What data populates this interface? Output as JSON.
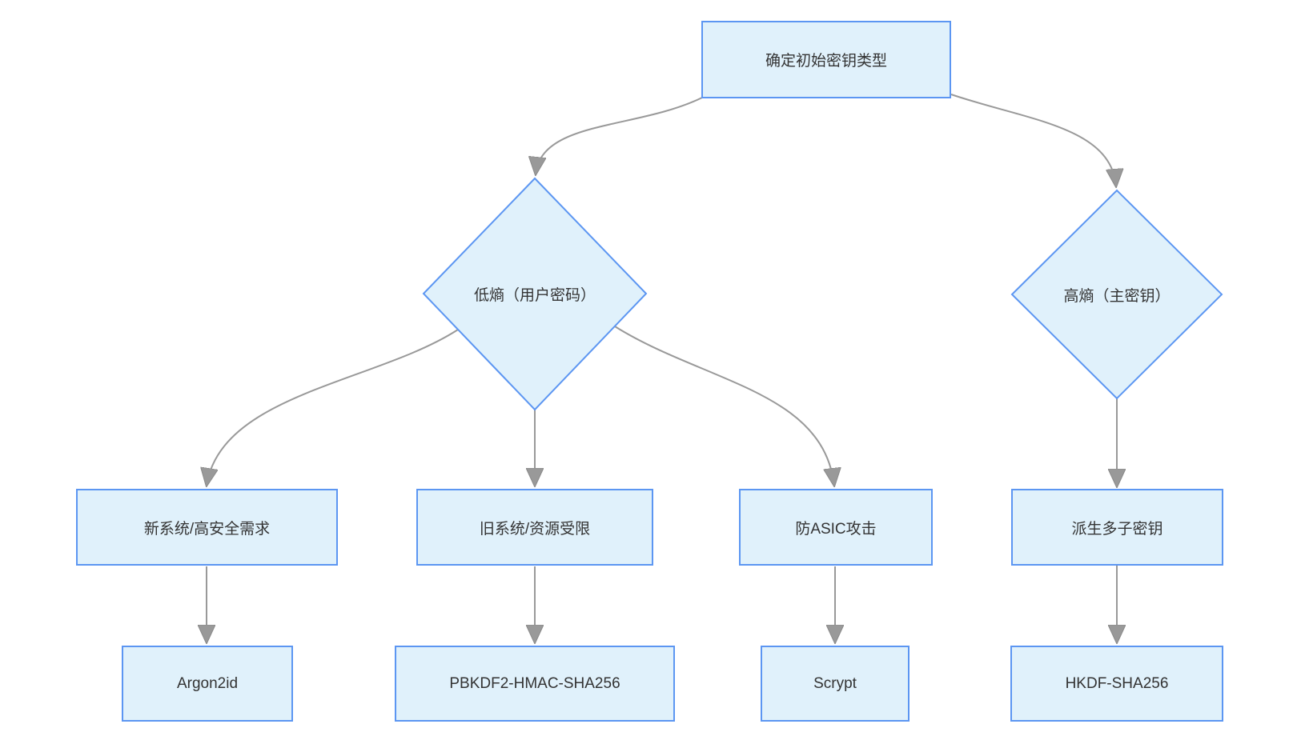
{
  "diagram": {
    "kind": "flowchart",
    "direction": "top-down",
    "background_color": "#ffffff",
    "node_fill_color": "#e0f1fb",
    "node_border_color": "#5c96f2",
    "edge_color": "#999999",
    "arrowhead_color": "#999999",
    "text_color": "#333333"
  },
  "nodes": {
    "root": {
      "label": "确定初始密钥类型",
      "shape": "rect"
    },
    "low_entropy": {
      "label": "低熵（用户密码）",
      "shape": "diamond"
    },
    "high_entropy": {
      "label": "高熵（主密钥）",
      "shape": "diamond"
    },
    "new_system": {
      "label": "新系统/高安全需求",
      "shape": "rect"
    },
    "old_system": {
      "label": "旧系统/资源受限",
      "shape": "rect"
    },
    "anti_asic": {
      "label": "防ASIC攻击",
      "shape": "rect"
    },
    "derive_subkeys": {
      "label": "派生多子密钥",
      "shape": "rect"
    },
    "argon2id": {
      "label": "Argon2id",
      "shape": "rect"
    },
    "pbkdf2": {
      "label": "PBKDF2-HMAC-SHA256",
      "shape": "rect"
    },
    "scrypt": {
      "label": "Scrypt",
      "shape": "rect"
    },
    "hkdf": {
      "label": "HKDF-SHA256",
      "shape": "rect"
    }
  },
  "edges": [
    {
      "from": "root",
      "to": "low_entropy"
    },
    {
      "from": "root",
      "to": "high_entropy"
    },
    {
      "from": "low_entropy",
      "to": "new_system"
    },
    {
      "from": "low_entropy",
      "to": "old_system"
    },
    {
      "from": "low_entropy",
      "to": "anti_asic"
    },
    {
      "from": "high_entropy",
      "to": "derive_subkeys"
    },
    {
      "from": "new_system",
      "to": "argon2id"
    },
    {
      "from": "old_system",
      "to": "pbkdf2"
    },
    {
      "from": "anti_asic",
      "to": "scrypt"
    },
    {
      "from": "derive_subkeys",
      "to": "hkdf"
    }
  ]
}
